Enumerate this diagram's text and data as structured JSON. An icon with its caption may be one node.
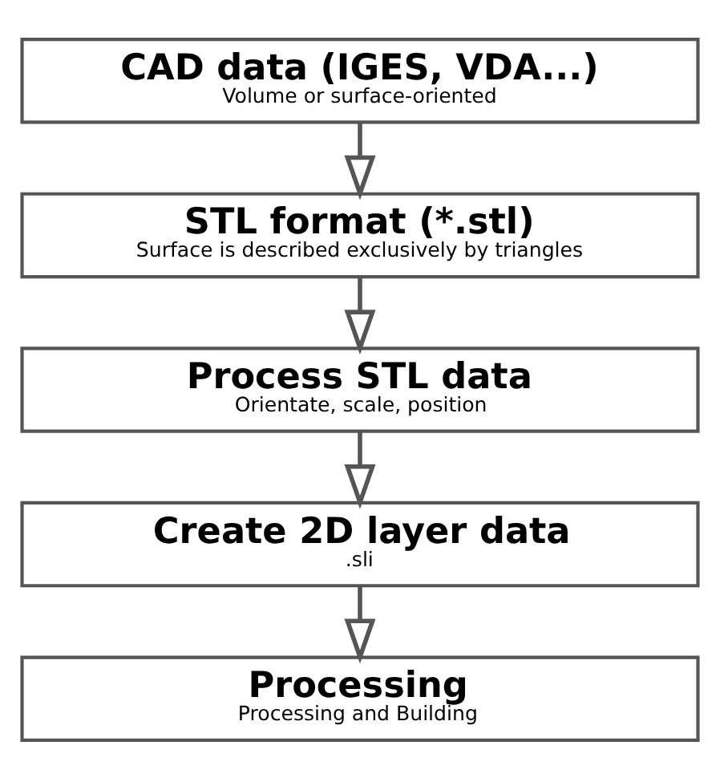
{
  "diagram": {
    "nodes": [
      {
        "text": [
          "CAD data (IGES, VDA...)",
          "Volume or surface-oriented"
        ]
      },
      {
        "text": [
          "STL format (*.stl)",
          "Surface is described exclusively by triangles"
        ]
      },
      {
        "text": [
          "Process STL data",
          "Orientate, scale, position"
        ]
      },
      {
        "text": [
          "Create 2D layer data",
          ".sli"
        ]
      },
      {
        "text": [
          "Processing",
          "Processing and Building"
        ]
      }
    ],
    "edges": [
      {
        "from": 0,
        "to": 1,
        "arrow": "to"
      },
      {
        "from": 1,
        "to": 2,
        "arrow": "to"
      },
      {
        "from": 2,
        "to": 3,
        "arrow": "to"
      },
      {
        "from": 3,
        "to": 4,
        "arrow": "to"
      }
    ]
  }
}
